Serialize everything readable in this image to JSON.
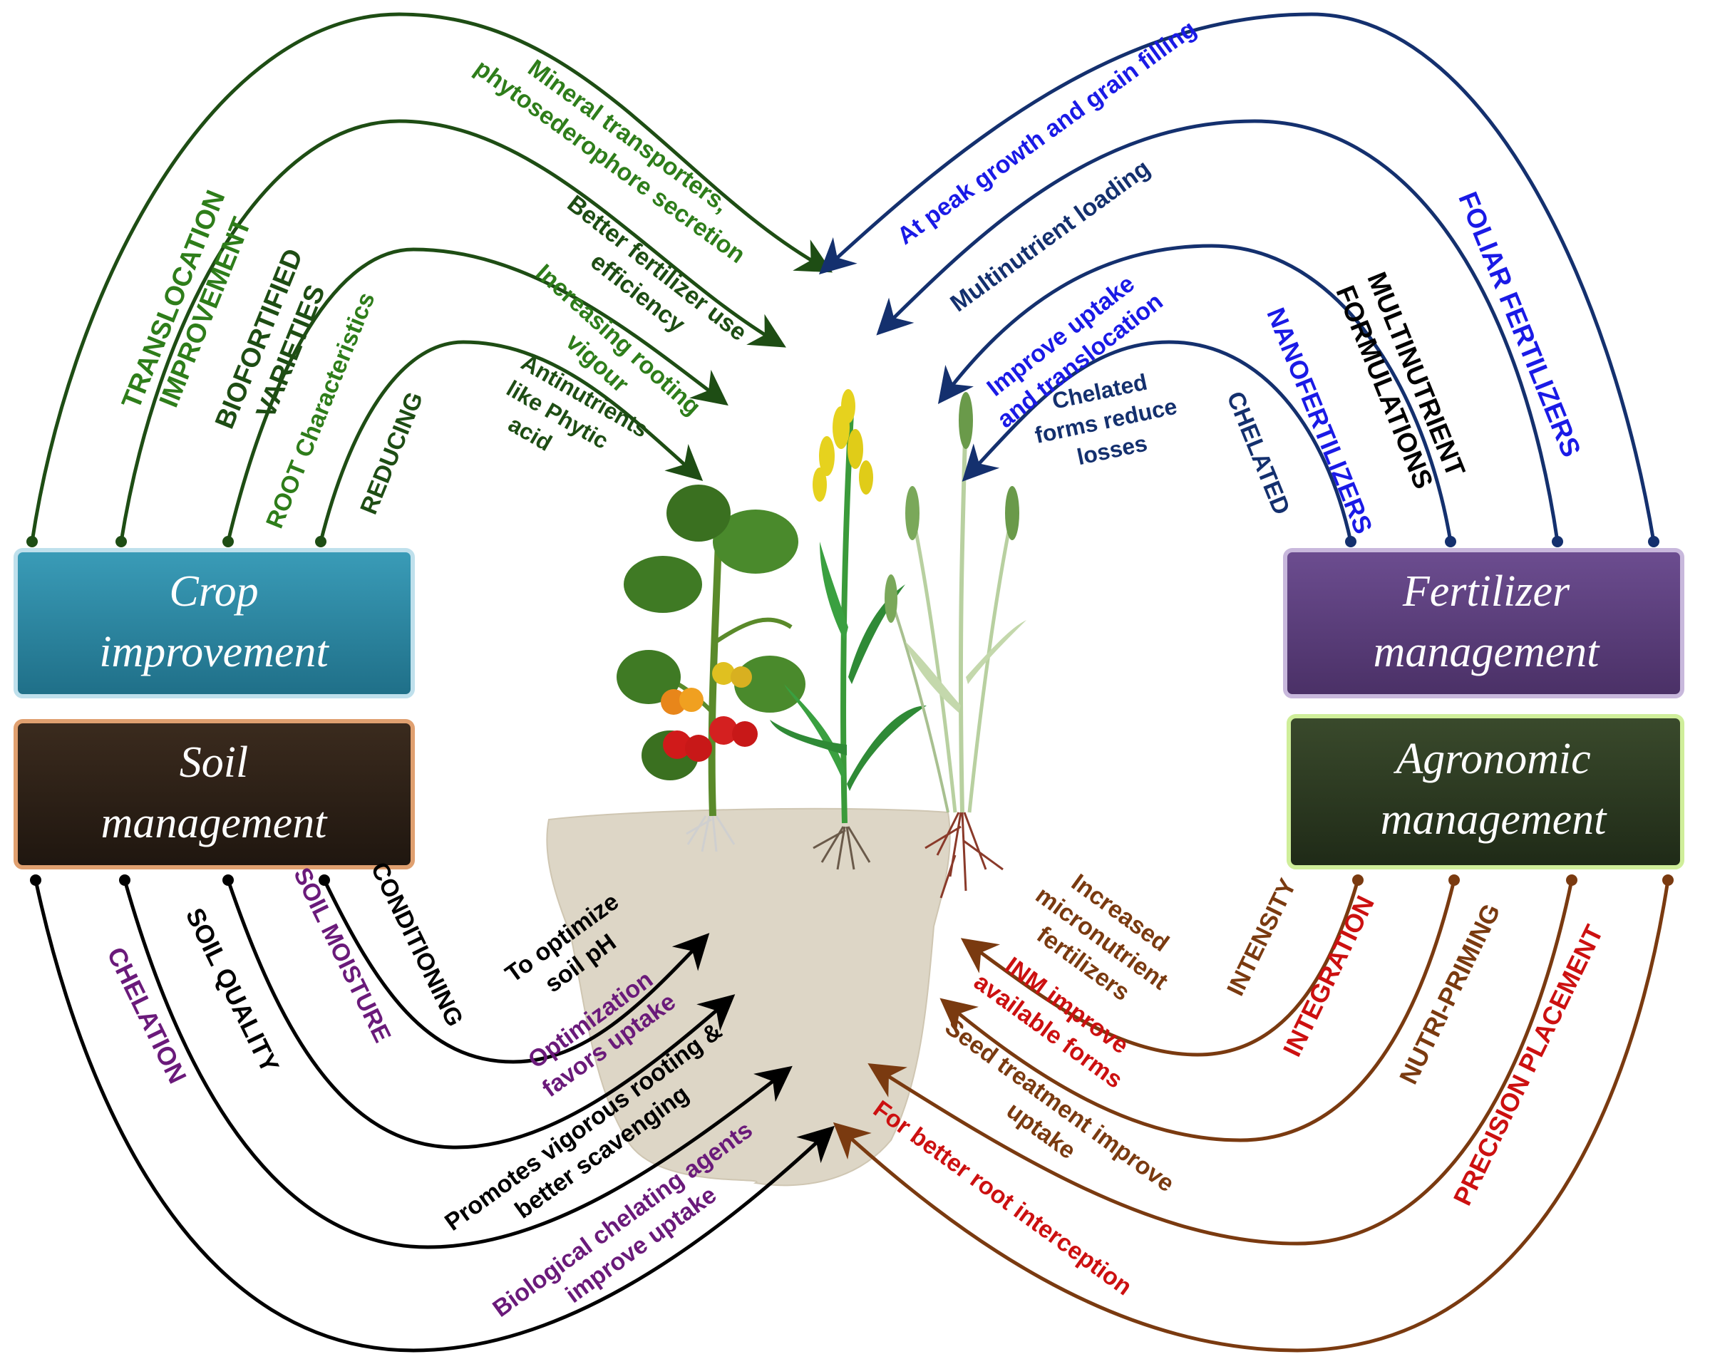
{
  "colors": {
    "dark_green": "#1e4d14",
    "green": "#2e7d1a",
    "navy": "#14306e",
    "blue": "#1a1ae6",
    "brown": "#7a3a10",
    "red": "#cc1010",
    "purple": "#6a1a7a",
    "black": "#000000",
    "crop_box": "#2e86a0",
    "fertilizer_box": "#5a3d7a",
    "soil_box": "#2e2117",
    "agronomic_box": "#2d3a22",
    "soil_pot": "#ddd6c6"
  },
  "boxes": {
    "crop": [
      "Crop",
      "improvement"
    ],
    "fertilizer": [
      "Fertilizer",
      "management"
    ],
    "soil": [
      "Soil",
      "management"
    ],
    "agronomic": [
      "Agronomic",
      "management"
    ]
  },
  "crop_improvement": {
    "translocation": [
      "TRANSLOCATION",
      "IMPROVEMENT"
    ],
    "translocation_effect": [
      "Mineral transporters,",
      "phytosederophore secretion"
    ],
    "biofortified": [
      "BIOFORTIFIED",
      "VARIETIES"
    ],
    "biofortified_effect": [
      "Better fertilizer use",
      "efficiency"
    ],
    "root": "ROOT Characteristics",
    "root_effect": [
      "Increasing rooting",
      "vigour"
    ],
    "reducing": "REDUCING",
    "reducing_effect": [
      "Antinutrients",
      "like Phytic",
      "acid"
    ]
  },
  "fertilizer_management": {
    "foliar": "FOLIAR FERTILIZERS",
    "foliar_effect": "At peak growth and grain filling",
    "multinutrient": [
      "MULTINUTRIENT",
      "FORMULATIONS"
    ],
    "multinutrient_effect": "Multinutrient  loading",
    "nano": "NANOFERTILIZERS",
    "nano_effect": [
      "Improve uptake",
      "and translocation"
    ],
    "chelated": "CHELATED",
    "chelated_effect": [
      "Chelated",
      "forms reduce",
      "losses"
    ]
  },
  "soil_management": {
    "conditioning": "CONDITIONING",
    "conditioning_effect": [
      "To optimize",
      "soil pH"
    ],
    "moisture": "SOIL MOISTURE",
    "moisture_effect": [
      "Optimization",
      "favors uptake"
    ],
    "quality": "SOIL QUALITY",
    "quality_effect": [
      "Promotes vigorous rooting &",
      "better scavenging"
    ],
    "chelation": "CHELATION",
    "chelation_effect": [
      "Biological chelating agents",
      "improve uptake"
    ]
  },
  "agronomic_management": {
    "intensity": "INTENSITY",
    "intensity_effect": [
      "Increased",
      "micronutrient",
      "fertilizers"
    ],
    "integration": "INTEGRATION",
    "integration_effect": [
      "INM improve",
      "available forms"
    ],
    "priming": "NUTRI-PRIMING",
    "priming_effect": [
      "Seed treatment improve",
      "uptake"
    ],
    "placement": "PRECISION PLACEMENT",
    "placement_effect": "For better root interception"
  }
}
